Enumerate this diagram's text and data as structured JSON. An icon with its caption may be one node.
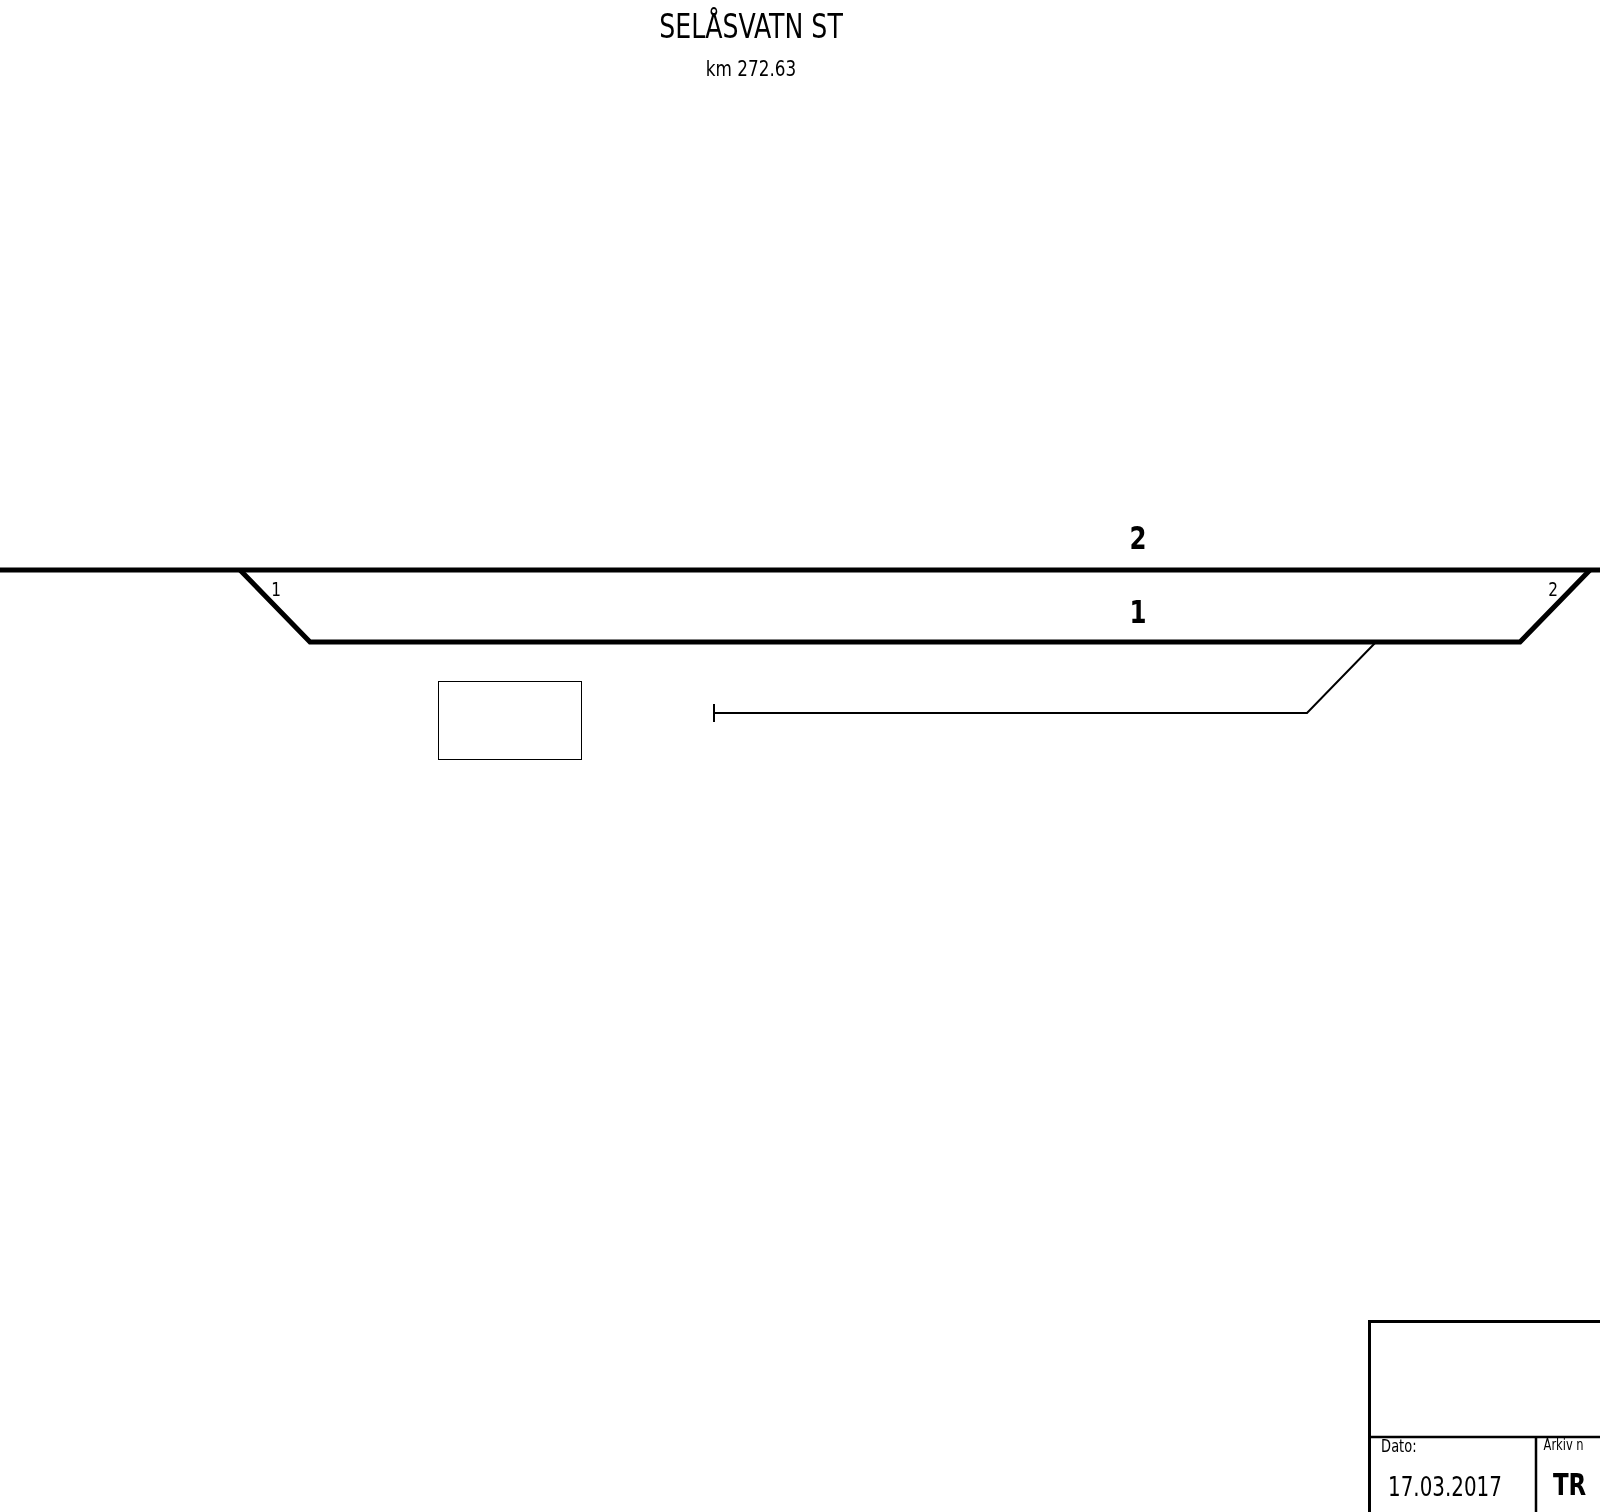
{
  "diagram": {
    "title": "SELÅSVATN ST",
    "nodes": [
      {
        "text": [],
        "shape": "box"
      }
    ],
    "labels": [
      "km 272.63",
      "2",
      "1",
      "2",
      "1",
      "Dato:",
      "Arkiv n",
      "17.03.2017",
      "TR"
    ]
  }
}
